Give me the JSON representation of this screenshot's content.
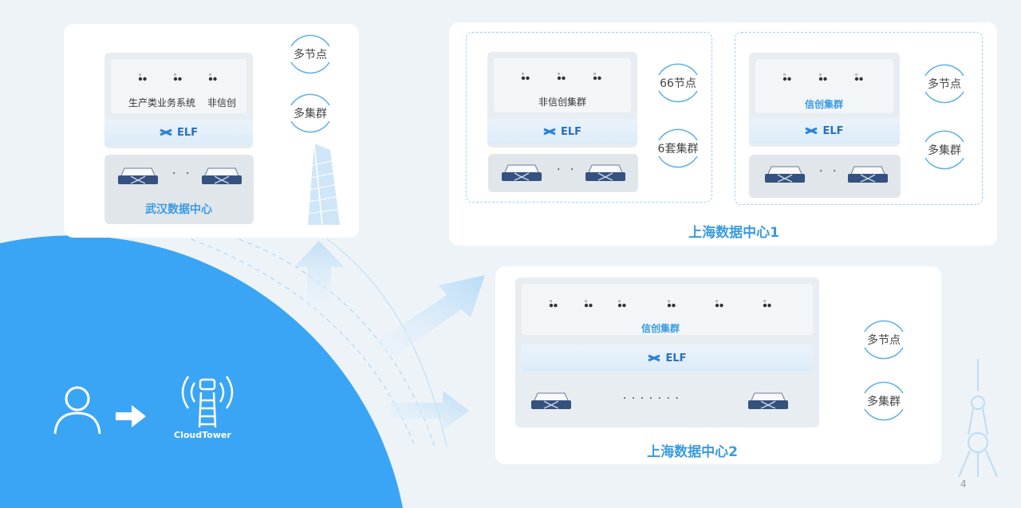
{
  "wuhan": {
    "app_label_1": "生产类业务系统",
    "app_label_2": "非信创",
    "elf": "ELF",
    "name": "武汉数据中心",
    "tags": [
      "多节点",
      "多集群"
    ]
  },
  "shanghai1": {
    "name": "上海数据中心1",
    "clusters": [
      {
        "label": "非信创集群",
        "elf": "ELF",
        "tags": [
          "66节点",
          "6套集群"
        ]
      },
      {
        "label": "信创集群",
        "elf": "ELF",
        "tags": [
          "多节点",
          "多集群"
        ]
      }
    ]
  },
  "shanghai2": {
    "name": "上海数据中心2",
    "label": "信创集群",
    "elf": "ELF",
    "dots": "· · · · · · ·",
    "tags": [
      "多节点",
      "多集群"
    ]
  },
  "cloudtower": {
    "label": "CloudTower"
  },
  "dots_short": "· ·",
  "page_number": "4",
  "colors": {
    "accent": "#3aa5f5",
    "text_blue": "#3a9be0",
    "server": "#2f4f7f"
  }
}
